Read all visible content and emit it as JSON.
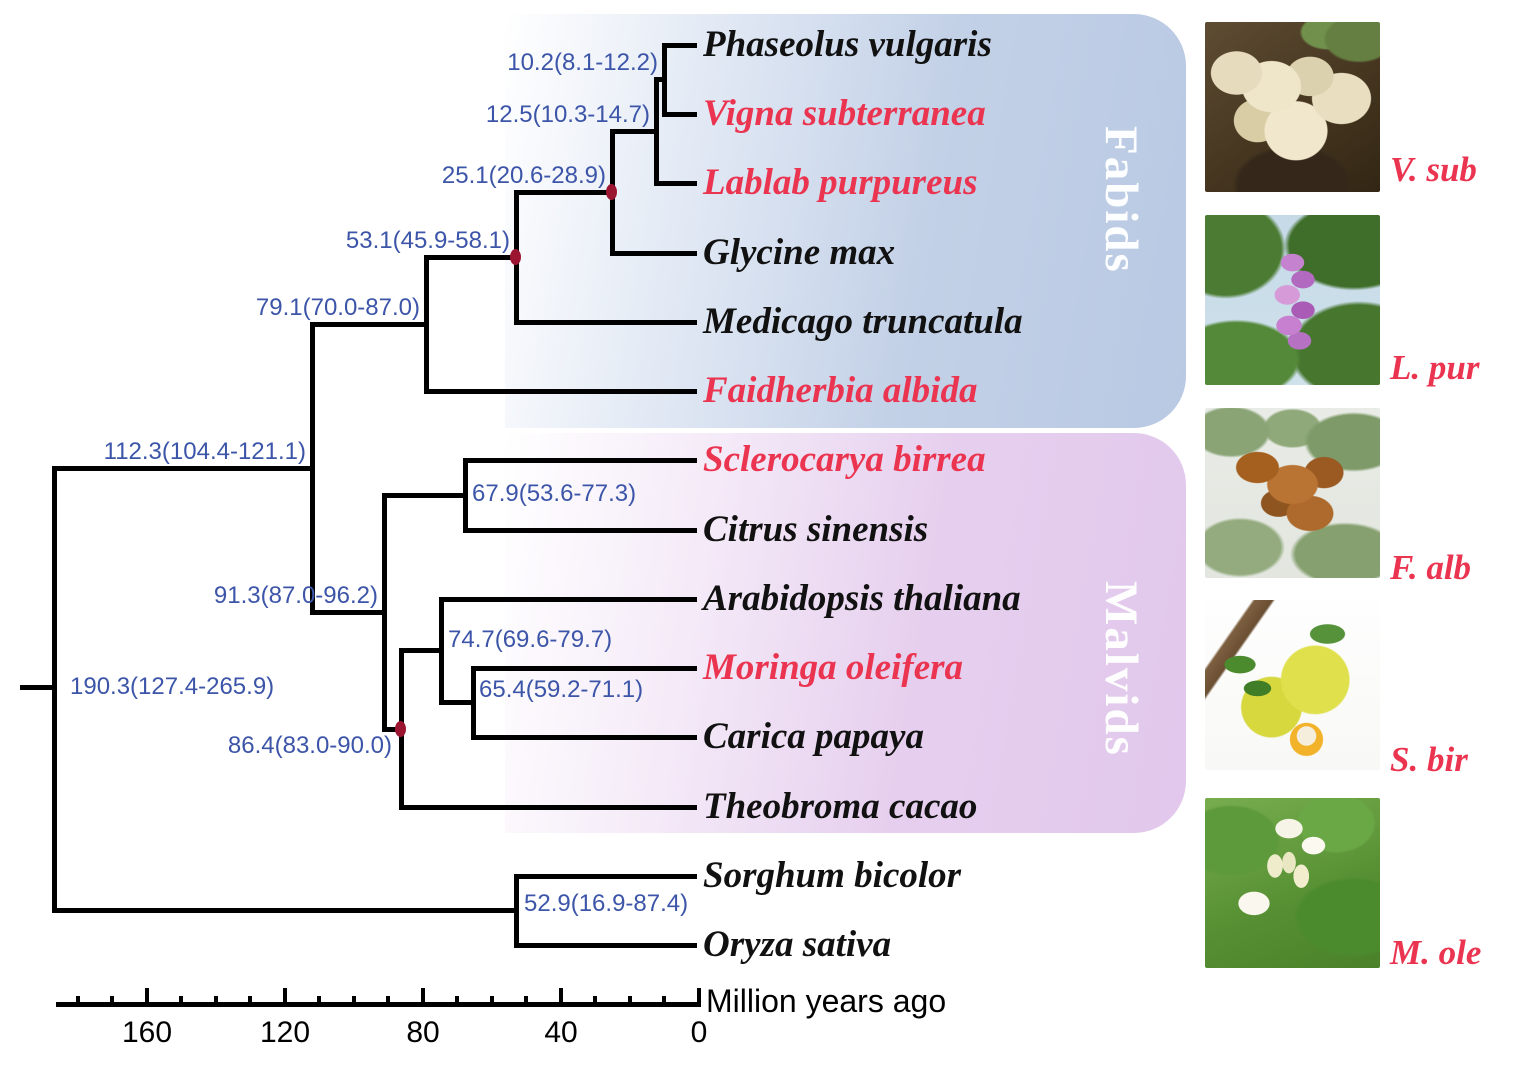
{
  "clades": [
    {
      "name": "Fabids",
      "band_color": "#b9c9e3"
    },
    {
      "name": "Malvids",
      "band_color": "#e1c8ec"
    }
  ],
  "tree": {
    "species": [
      {
        "name": "Phaseolus vulgaris",
        "color": "black"
      },
      {
        "name": "Vigna subterranea",
        "color": "red"
      },
      {
        "name": "Lablab purpureus",
        "color": "red"
      },
      {
        "name": "Glycine max",
        "color": "black"
      },
      {
        "name": "Medicago truncatula",
        "color": "black"
      },
      {
        "name": "Faidherbia albida",
        "color": "red"
      },
      {
        "name": "Sclerocarya birrea",
        "color": "red"
      },
      {
        "name": "Citrus sinensis",
        "color": "black"
      },
      {
        "name": "Arabidopsis thaliana",
        "color": "black"
      },
      {
        "name": "Moringa oleifera",
        "color": "red"
      },
      {
        "name": "Carica papaya",
        "color": "black"
      },
      {
        "name": "Theobroma cacao",
        "color": "black"
      },
      {
        "name": "Sorghum bicolor",
        "color": "black"
      },
      {
        "name": "Oryza sativa",
        "color": "black"
      }
    ],
    "nodes": [
      {
        "text": "10.2(8.1-12.2)",
        "age": 10.2,
        "ci": "8.1-12.2"
      },
      {
        "text": "12.5(10.3-14.7)",
        "age": 12.5,
        "ci": "10.3-14.7"
      },
      {
        "text": "25.1(20.6-28.9)",
        "age": 25.1,
        "ci": "20.6-28.9"
      },
      {
        "text": "53.1(45.9-58.1)",
        "age": 53.1,
        "ci": "45.9-58.1"
      },
      {
        "text": "79.1(70.0-87.0)",
        "age": 79.1,
        "ci": "70.0-87.0"
      },
      {
        "text": "112.3(104.4-121.1)",
        "age": 112.3,
        "ci": "104.4-121.1"
      },
      {
        "text": "190.3(127.4-265.9)",
        "age": 190.3,
        "ci": "127.4-265.9"
      },
      {
        "text": "91.3(87.0-96.2)",
        "age": 91.3,
        "ci": "87.0-96.2"
      },
      {
        "text": "67.9(53.6-77.3)",
        "age": 67.9,
        "ci": "53.6-77.3"
      },
      {
        "text": "74.7(69.6-79.7)",
        "age": 74.7,
        "ci": "69.6-79.7"
      },
      {
        "text": "65.4(59.2-71.1)",
        "age": 65.4,
        "ci": "59.2-71.1"
      },
      {
        "text": "86.4(83.0-90.0)",
        "age": 86.4,
        "ci": "83.0-90.0"
      },
      {
        "text": "52.9(16.9-87.4)",
        "age": 52.9,
        "ci": "16.9-87.4"
      }
    ]
  },
  "axis": {
    "title": "Million years ago",
    "ticks": [
      "160",
      "120",
      "80",
      "40",
      "0"
    ]
  },
  "photos": [
    {
      "label": "V. sub",
      "depicts": "Vigna subterranea groundnut pods in soil"
    },
    {
      "label": "L. pur",
      "depicts": "Lablab purpureus purple flowers"
    },
    {
      "label": "F. alb",
      "depicts": "Faidherbia albida brown pods on tree"
    },
    {
      "label": "S. bir",
      "depicts": "Sclerocarya birrea yellow fruits on branch"
    },
    {
      "label": "M. ole",
      "depicts": "Moringa oleifera white flowers"
    }
  ],
  "colors": {
    "node_label_blue": "#3c55a8",
    "highlight_red": "#ea3450",
    "support_dot_red": "#9c1530",
    "branch_black": "#000000"
  }
}
